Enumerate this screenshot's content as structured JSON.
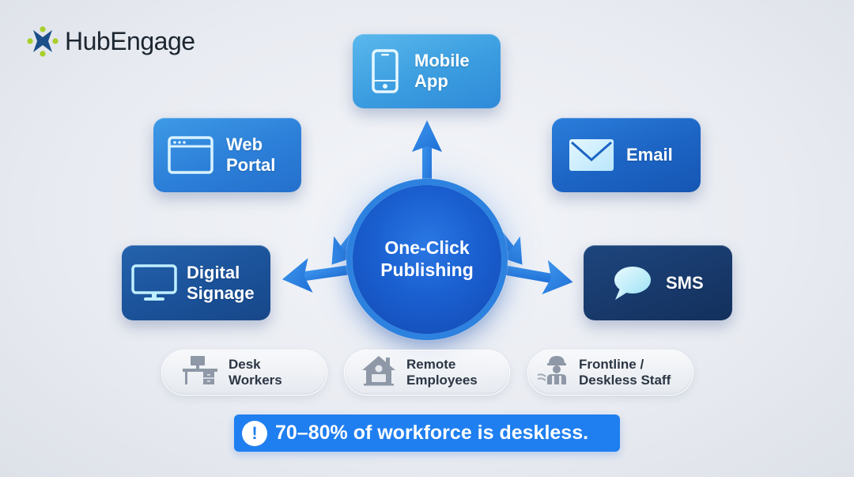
{
  "brand": {
    "name": "HubEngage",
    "mark_colors": {
      "body": "#1b4f8a",
      "dots": "#a8cf2a"
    }
  },
  "hub": {
    "label": "One-Click\nPublishing",
    "color": "#1a5fd0"
  },
  "channels": [
    {
      "id": "mobile",
      "label": "Mobile\nApp",
      "icon": "smartphone-icon",
      "color": "#3b9de0"
    },
    {
      "id": "web",
      "label": "Web\nPortal",
      "icon": "browser-window-icon",
      "color": "#2c7fd8"
    },
    {
      "id": "email",
      "label": "Email",
      "icon": "envelope-icon",
      "color": "#1c64c4"
    },
    {
      "id": "signage",
      "label": "Digital\nSignage",
      "icon": "monitor-icon",
      "color": "#1b5299"
    },
    {
      "id": "sms",
      "label": "SMS",
      "icon": "chat-bubble-icon",
      "color": "#18396b"
    }
  ],
  "audiences": [
    {
      "id": "desk",
      "label": "Desk\nWorkers",
      "icon": "desk-icon"
    },
    {
      "id": "remote",
      "label": "Remote\nEmployees",
      "icon": "home-laptop-icon"
    },
    {
      "id": "frontline",
      "label": "Frontline /\nDeskless Staff",
      "icon": "hard-hat-worker-icon"
    }
  ],
  "banner": {
    "icon": "exclamation-icon",
    "icon_glyph": "!",
    "text": "70–80% of workforce is deskless.",
    "color": "#1f7ff0"
  },
  "arrow_color": "#2b7fdc"
}
